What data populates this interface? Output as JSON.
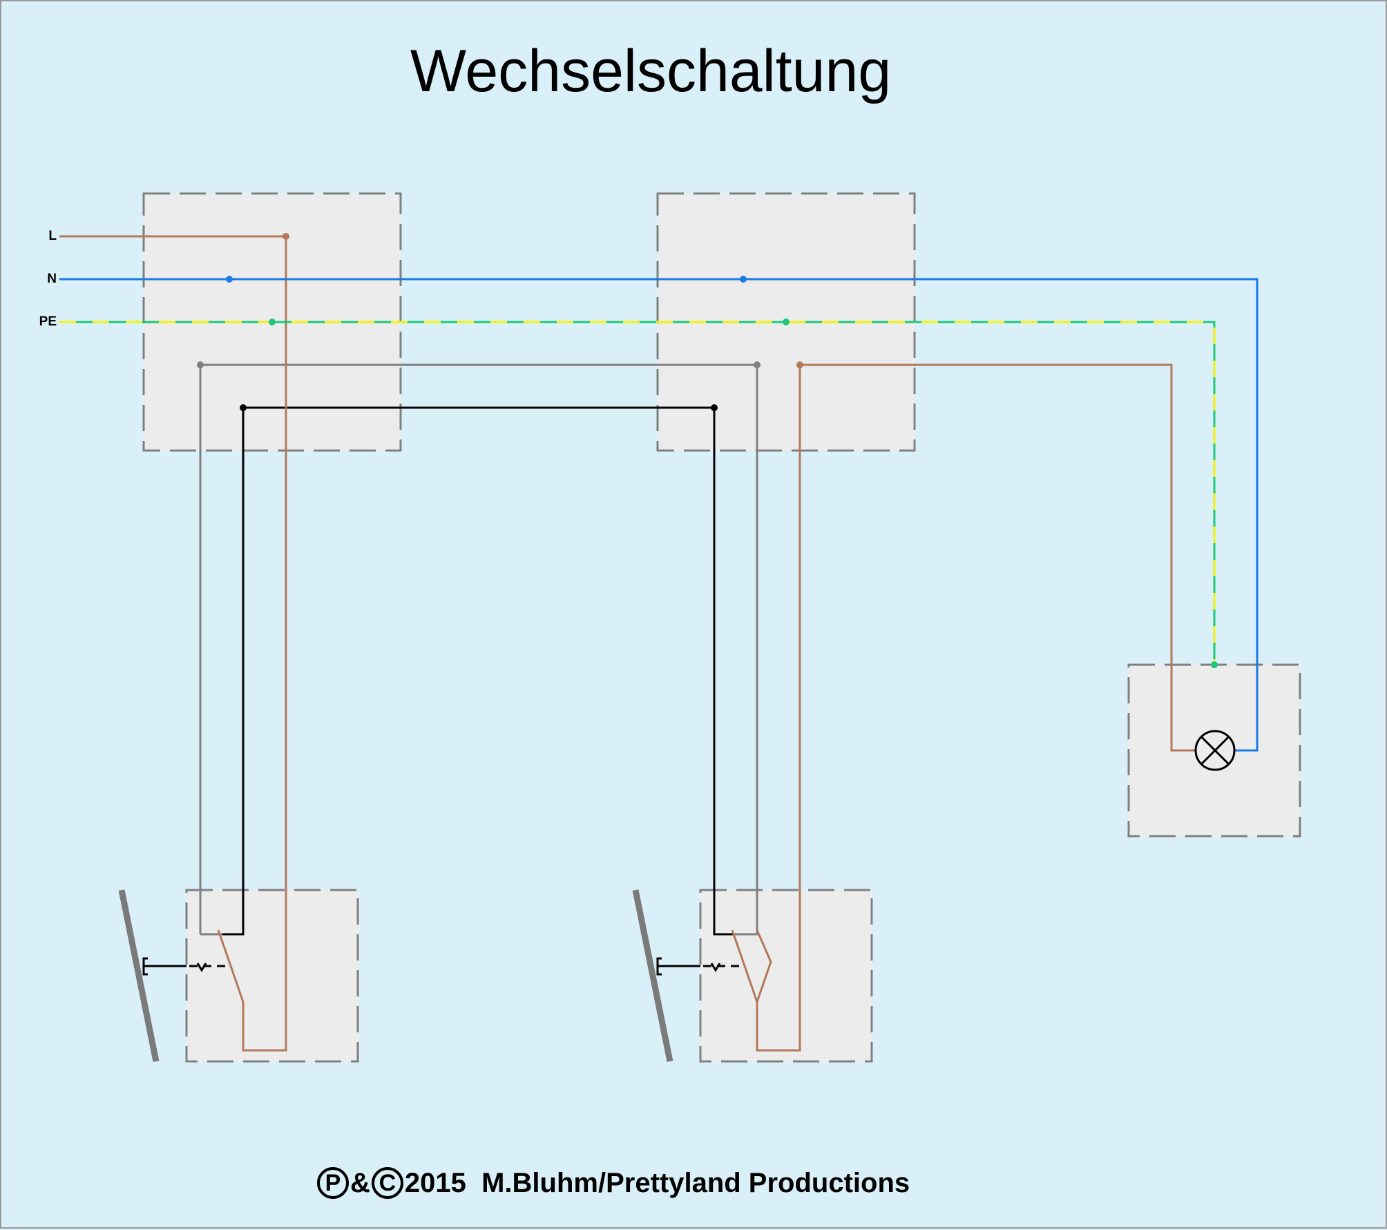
{
  "title": "Wechselschaltung",
  "wire_labels": {
    "l": "L",
    "n": "N",
    "pe": "PE"
  },
  "footer": {
    "p_symbol": "P",
    "amp": "&",
    "c_symbol": "C",
    "text": "2015  M.Bluhm/Prettyland Productions"
  },
  "colors": {
    "background": "#daf0f9",
    "box_fill": "#ececec",
    "box_border": "#7f7f7f",
    "phase_brown": "#b4785a",
    "neutral_blue": "#1a7ae6",
    "pe_yellow": "#f2f20a",
    "pe_green": "#1ec878",
    "switched_gray": "#7f7f7f",
    "traveller_black": "#000000",
    "wall": "#7a7a7a"
  }
}
